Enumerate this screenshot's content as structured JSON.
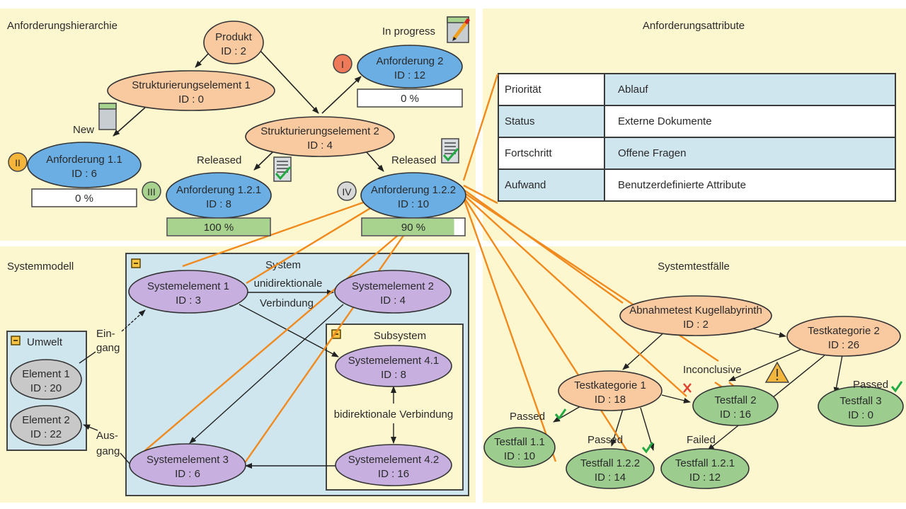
{
  "panels": {
    "hierarchy": "Anforderungshierarchie",
    "attributes": "Anforderungsattribute",
    "system_model": "Systemmodell",
    "test_cases": "Systemtestfälle"
  },
  "colors": {
    "panel_bg": "#fdf7d0",
    "structure_node": "#f9c9a0",
    "requirement_node": "#6aaee3",
    "system_node": "#c7b0e0",
    "environment_node": "#c8c8c8",
    "test_node": "#9ccd8f",
    "trace_link": "#f08a1e",
    "system_box": "#cfe6ef",
    "progress_fill": "#a8d38e"
  },
  "hierarchy": {
    "nodes": {
      "produkt": {
        "title": "Produkt",
        "id": "ID : 2"
      },
      "struct1": {
        "title": "Strukturierungselement 1",
        "id": "ID : 0"
      },
      "struct2": {
        "title": "Strukturierungselement 2",
        "id": "ID : 4"
      },
      "req2": {
        "title": "Anforderung 2",
        "id": "ID : 12",
        "status": "In progress",
        "priority": "I",
        "progress_label": "0 %",
        "progress": 0
      },
      "req11": {
        "title": "Anforderung 1.1",
        "id": "ID : 6",
        "status": "New",
        "priority": "II",
        "progress_label": "0 %",
        "progress": 0
      },
      "req121": {
        "title": "Anforderung 1.2.1",
        "id": "ID : 8",
        "status": "Released",
        "priority": "III",
        "progress_label": "100 %",
        "progress": 100
      },
      "req122": {
        "title": "Anforderung 1.2.2",
        "id": "ID : 10",
        "status": "Released",
        "priority": "IV",
        "progress_label": "90 %",
        "progress": 90
      }
    }
  },
  "attributes": {
    "rows": [
      {
        "key": "Priorität",
        "value": "Ablauf"
      },
      {
        "key": "Status",
        "value": "Externe Dokumente"
      },
      {
        "key": "Fortschritt",
        "value": "Offene Fragen"
      },
      {
        "key": "Aufwand",
        "value": "Benutzerdefinierte Attribute"
      }
    ]
  },
  "system_model": {
    "environment": {
      "title": "Umwelt",
      "elements": [
        {
          "title": "Element 1",
          "id": "ID : 20"
        },
        {
          "title": "Element 2",
          "id": "ID : 22"
        }
      ]
    },
    "system": {
      "title": "System"
    },
    "subsystem": {
      "title": "Subsystem"
    },
    "elements": {
      "se1": {
        "title": "Systemelement 1",
        "id": "ID : 3"
      },
      "se2": {
        "title": "Systemelement 2",
        "id": "ID : 4"
      },
      "se3": {
        "title": "Systemelement 3",
        "id": "ID : 6"
      },
      "se41": {
        "title": "Systemelement 4.1",
        "id": "ID : 8"
      },
      "se42": {
        "title": "Systemelement 4.2",
        "id": "ID : 16"
      }
    },
    "labels": {
      "uni_line1": "unidirektionale",
      "uni_line2": "Verbindung",
      "bidi": "bidirektionale Verbindung",
      "input_line1": "Ein-",
      "input_line2": "gang",
      "output_line1": "Aus-",
      "output_line2": "gang"
    }
  },
  "test_cases": {
    "nodes": {
      "root": {
        "title": "Abnahmetest Kugellabyrinth",
        "id": "ID : 2"
      },
      "cat1": {
        "title": "Testkategorie 1",
        "id": "ID : 18"
      },
      "cat2": {
        "title": "Testkategorie 2",
        "id": "ID : 26"
      },
      "tf11": {
        "title": "Testfall 1.1",
        "id": "ID : 10",
        "result": "Passed"
      },
      "tf122": {
        "title": "Testfall 1.2.2",
        "id": "ID : 14",
        "result": "Passed"
      },
      "tf121": {
        "title": "Testfall 1.2.1",
        "id": "ID : 12",
        "result": "Failed"
      },
      "tf2": {
        "title": "Testfall 2",
        "id": "ID : 16",
        "result": "Inconclusive"
      },
      "tf3": {
        "title": "Testfall 3",
        "id": "ID : 0",
        "result": "Passed"
      }
    }
  }
}
